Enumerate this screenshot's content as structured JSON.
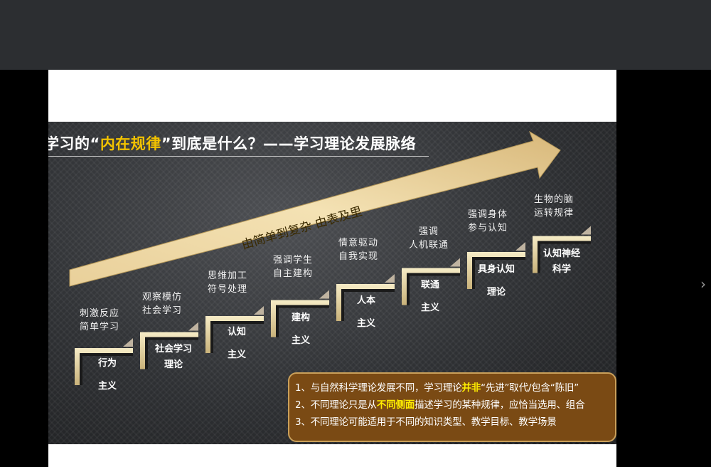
{
  "slide": {
    "title_parts": [
      "学习的“",
      "内在规律",
      "”到底是什么？——学习理论发展脉络"
    ],
    "arrow_text": "由简单到复杂   由表及里",
    "steps": [
      {
        "line1": "行为",
        "line2": "主义",
        "desc1": "刺激反应",
        "desc2": "简单学习"
      },
      {
        "line1": "社会学习",
        "line2": "理论",
        "desc1": "观察模仿",
        "desc2": "社会学习"
      },
      {
        "line1": "认知",
        "line2": "主义",
        "desc1": "思维加工",
        "desc2": "符号处理"
      },
      {
        "line1": "建构",
        "line2": "主义",
        "desc1": "强调学生",
        "desc2": "自主建构"
      },
      {
        "line1": "人本",
        "line2": "主义",
        "desc1": "情意驱动",
        "desc2": "自我实现"
      },
      {
        "line1": "联通",
        "line2": "主义",
        "desc1": "强调",
        "desc2": "人机联通"
      },
      {
        "line1": "具身认知",
        "line2": "理论",
        "desc1": "强调身体",
        "desc2": "参与认知"
      },
      {
        "line1": "认知神经",
        "line2": "科学",
        "desc1": "生物的脑",
        "desc2": "运转规律"
      }
    ],
    "notes": [
      {
        "pre": "1、与自然科学理论发展不同，学习理论",
        "hl": "并非",
        "post": "“先进”取代/包含“陈旧”"
      },
      {
        "pre": "2、不同理论只是从",
        "hl": "不同侧面",
        "post": "描述学习的某种规律，应恰当选用、组合"
      },
      {
        "pre": "3、不同理论可能适用于不同的知识类型、教学目标、教学场景",
        "hl": "",
        "post": ""
      }
    ]
  },
  "viewer": {
    "next_glyph": "›"
  },
  "colors": {
    "accent": "#f2c200",
    "notes_bg": "#7a4a14",
    "topbar": "#2c2e31"
  }
}
